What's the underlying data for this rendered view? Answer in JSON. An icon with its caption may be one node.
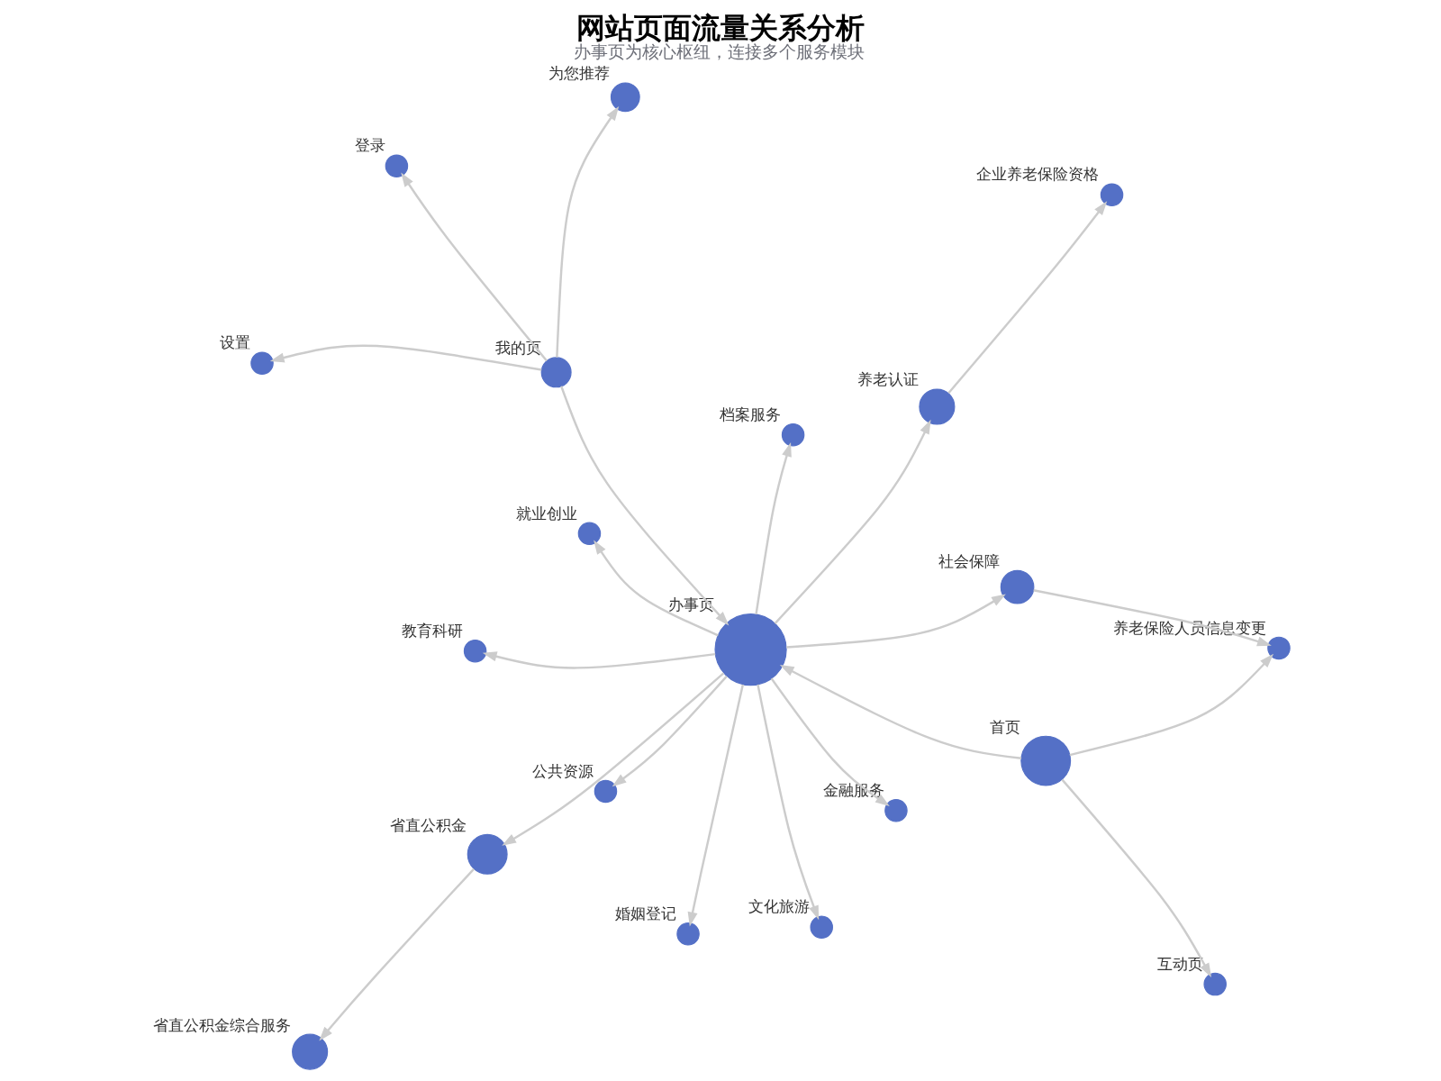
{
  "diagram": {
    "title": "网站页面流量关系分析",
    "caption": "办事页为核心枢纽，连接多个服务模块",
    "nodes": [
      {
        "text": [
          "办事页"
        ]
      },
      {
        "text": [
          "档案服务"
        ]
      },
      {
        "text": [
          "婚姻登记"
        ]
      },
      {
        "text": [
          "养老认证"
        ]
      },
      {
        "text": [
          "企业养老保险资格"
        ]
      },
      {
        "text": [
          "就业创业"
        ]
      },
      {
        "text": [
          "省直公积金"
        ]
      },
      {
        "text": [
          "金融服务"
        ]
      },
      {
        "text": [
          "省直公积金综合服务"
        ]
      },
      {
        "text": [
          "社会保障"
        ]
      },
      {
        "text": [
          "公共资源"
        ]
      },
      {
        "text": [
          "教育科研"
        ]
      },
      {
        "text": [
          "首页"
        ]
      },
      {
        "text": [
          "为您推荐"
        ]
      },
      {
        "text": [
          "我的页"
        ]
      },
      {
        "text": [
          "文化旅游"
        ]
      },
      {
        "text": [
          "互动页"
        ]
      },
      {
        "text": [
          "养老保险人员信息变更"
        ]
      },
      {
        "text": [
          "设置"
        ]
      },
      {
        "text": [
          "登录"
        ]
      }
    ],
    "edges": [
      {
        "from": 0,
        "to": 1,
        "arrow": "to"
      },
      {
        "from": 0,
        "to": 2,
        "arrow": "to"
      },
      {
        "from": 0,
        "to": 3,
        "arrow": "to"
      },
      {
        "from": 3,
        "to": 4,
        "arrow": "to"
      },
      {
        "from": 0,
        "to": 5,
        "arrow": "to"
      },
      {
        "from": 0,
        "to": 6,
        "arrow": "to"
      },
      {
        "from": 6,
        "to": 8,
        "arrow": "to"
      },
      {
        "from": 0,
        "to": 7,
        "arrow": "to"
      },
      {
        "from": 0,
        "to": 10,
        "arrow": "to"
      },
      {
        "from": 0,
        "to": 9,
        "arrow": "to"
      },
      {
        "from": 0,
        "to": 11,
        "arrow": "to"
      },
      {
        "from": 12,
        "to": 0,
        "arrow": "to"
      },
      {
        "from": 0,
        "to": 15,
        "arrow": "to"
      },
      {
        "from": 12,
        "to": 16,
        "arrow": "to"
      },
      {
        "from": 12,
        "to": 17,
        "arrow": "to"
      },
      {
        "from": 9,
        "to": 17,
        "arrow": "to"
      },
      {
        "from": 14,
        "to": 0,
        "arrow": "to"
      },
      {
        "from": 14,
        "to": 13,
        "arrow": "to"
      },
      {
        "from": 14,
        "to": 18,
        "arrow": "to"
      },
      {
        "from": 14,
        "to": 19,
        "arrow": "to"
      }
    ]
  }
}
